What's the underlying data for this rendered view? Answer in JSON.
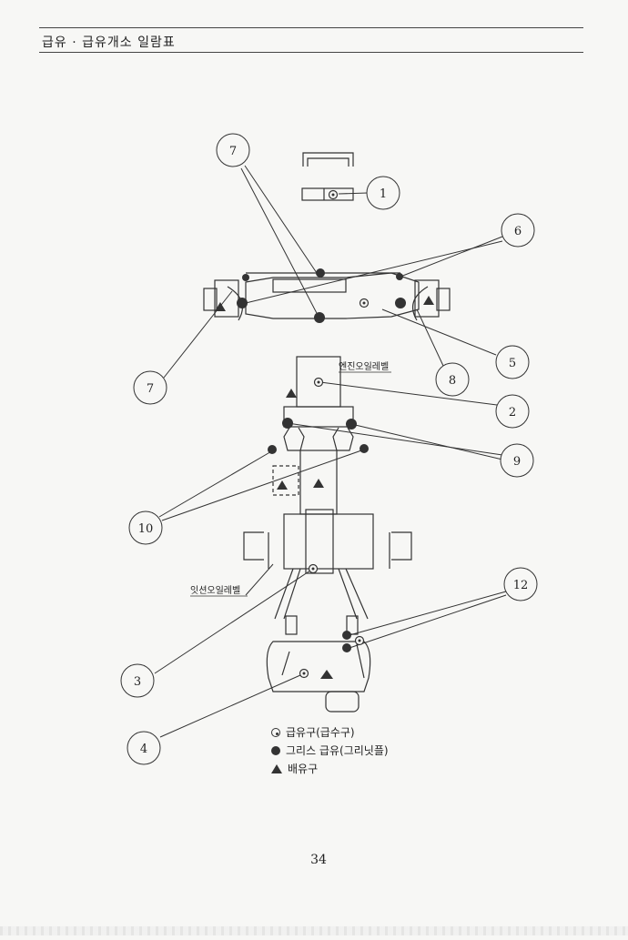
{
  "header": {
    "title": "급유 · 급유개소 일람표"
  },
  "labels": {
    "engine_oil_level": "엔진오일레벨",
    "mission_oil_level": "잇션오일레벨"
  },
  "callouts": [
    "1",
    "2",
    "3",
    "4",
    "5",
    "6",
    "7",
    "7",
    "8",
    "9",
    "10",
    "12"
  ],
  "legend": [
    {
      "symbol": "ring-dot",
      "text": "급유구(급수구)"
    },
    {
      "symbol": "filled-circle",
      "text": "그리스 급유(그리닛플)"
    },
    {
      "symbol": "triangle",
      "text": "배유구"
    }
  ],
  "footer": {
    "page_number": "34"
  }
}
